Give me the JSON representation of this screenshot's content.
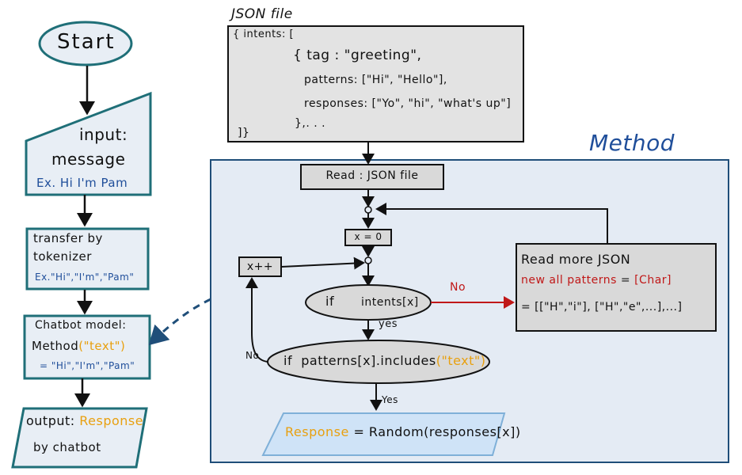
{
  "flow": {
    "start": "Start",
    "input_label": "input:",
    "input_sub": "message",
    "input_example": "Ex. Hi I'm Pam",
    "transfer_line1": "transfer by",
    "transfer_line2": "tokenizer",
    "transfer_example": "Ex.\"Hi\",\"I'm\",\"Pam\"",
    "chatbot_title": "Chatbot model:",
    "chatbot_method": "Method",
    "chatbot_arg": "(\"text\")",
    "chatbot_values": "= \"Hi\",\"I'm\",\"Pam\"",
    "output_label": "output:",
    "output_response": "Response",
    "output_sub": "by chatbot"
  },
  "json_file": {
    "title": "JSON file",
    "line1": "{ intents: [",
    "line2": "{ tag : \"greeting\",",
    "line3": "patterns: [\"Hi\", \"Hello\"],",
    "line4": "responses: [\"Yo\", \"hi\", \"what's up\"]",
    "line5": "},. . .",
    "line6": "]}"
  },
  "method": {
    "title": "Method",
    "read_box": "Read : JSON file",
    "x_init": "x = 0",
    "x_inc": "x++",
    "if_intents_kw": "if",
    "if_intents_expr": "intents[x]",
    "no_label_1": "No",
    "yes_label_1": "yes",
    "if_patterns_kw": "if",
    "if_patterns_expr": "patterns[x].includes",
    "if_patterns_arg": "(\"text\")",
    "no_label_2": "No",
    "yes_label_2": "Yes",
    "response_word": "Response",
    "response_expr": "= Random(responses[x])",
    "read_more_title": "Read more JSON",
    "read_more_line2": "new all patterns",
    "read_more_eq": "=",
    "read_more_char": "[Char]",
    "read_more_line3": "= [[\"H\",\"i\"], [\"H\",\"e\",...],...]"
  },
  "colors": {
    "teal_border": "#1f6f78",
    "box_fill": "#e8eef5",
    "method_fill": "#e4ebf4",
    "method_border": "#1f4e79",
    "gray_box": "#d9d9d9",
    "blue_text": "#1f4e9a",
    "red": "#c01818",
    "orange": "#e8a010",
    "response_fill": "#cfe3f7"
  }
}
